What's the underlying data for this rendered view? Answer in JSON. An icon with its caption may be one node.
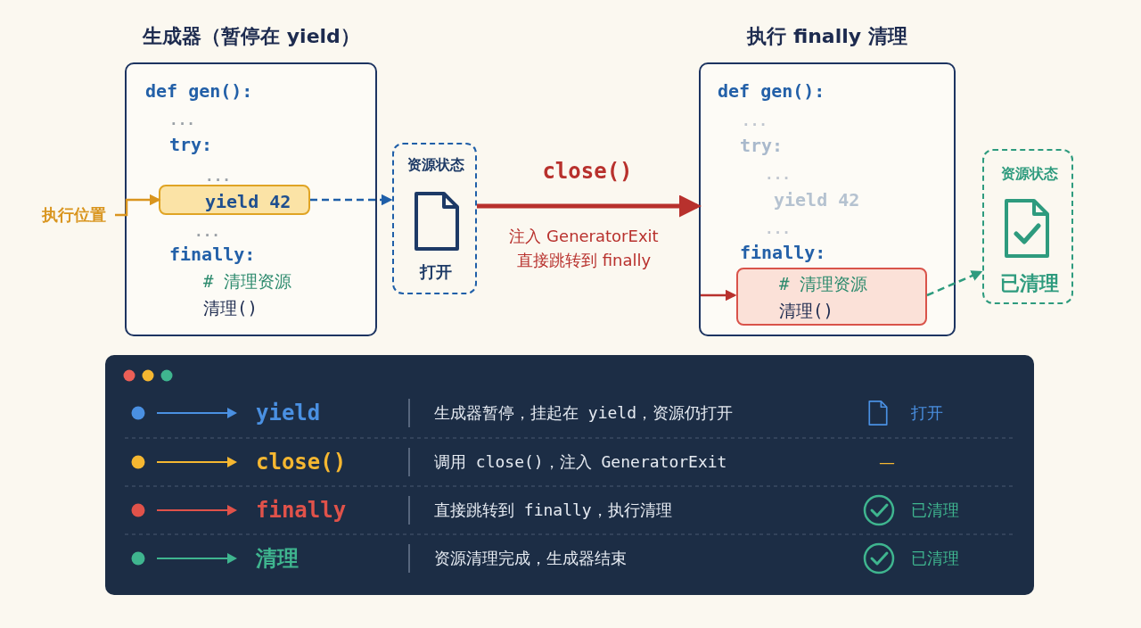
{
  "diagram": {
    "nodes": [
      {
        "text": [
          "生成器（暂停在 yield）",
          "def gen():",
          "...",
          "try:",
          "...",
          "...",
          "finally:",
          "# 清理资源",
          "清理()"
        ]
      },
      {
        "text": [
          "yield 42"
        ],
        "in": 0
      },
      {
        "text": [
          "执行位置"
        ]
      },
      {
        "text": [
          "资源状态",
          "打开"
        ]
      },
      {
        "text": [
          "执行 finally 清理",
          "def gen():",
          "...",
          "try:",
          "...",
          "yield 42",
          "...",
          "finally:"
        ]
      },
      {
        "text": [
          "# 清理资源",
          "清理()"
        ],
        "in": 4
      },
      {
        "text": [
          "资源状态",
          "已清理"
        ]
      }
    ],
    "edges": [
      {
        "from": 2,
        "to": 1,
        "arrow": "to",
        "color": "#d9951f"
      },
      {
        "from": 1,
        "to": 3,
        "arrow": "to",
        "style": "dashed",
        "color": "#1f5fa8"
      },
      {
        "from": 3,
        "to": 4,
        "arrow": "to",
        "label": "close()",
        "style": "thick",
        "color": "#b8312d"
      },
      {
        "from": null,
        "to": 5,
        "arrow": "to",
        "color": "#b8312d"
      },
      {
        "from": 5,
        "to": 6,
        "arrow": "to",
        "style": "dashed",
        "color": "#2e9b7e"
      }
    ],
    "labels": [
      "注入 GeneratorExit",
      "直接跳转到 finally",
      "yield",
      "生成器暂停，挂起在 yield，资源仍打开",
      "打开",
      "close()",
      "调用 close()，注入 GeneratorExit",
      "—",
      "finally",
      "直接跳转到 finally，执行清理",
      "已清理",
      "清理",
      "资源清理完成，生成器结束",
      "已清理"
    ]
  }
}
